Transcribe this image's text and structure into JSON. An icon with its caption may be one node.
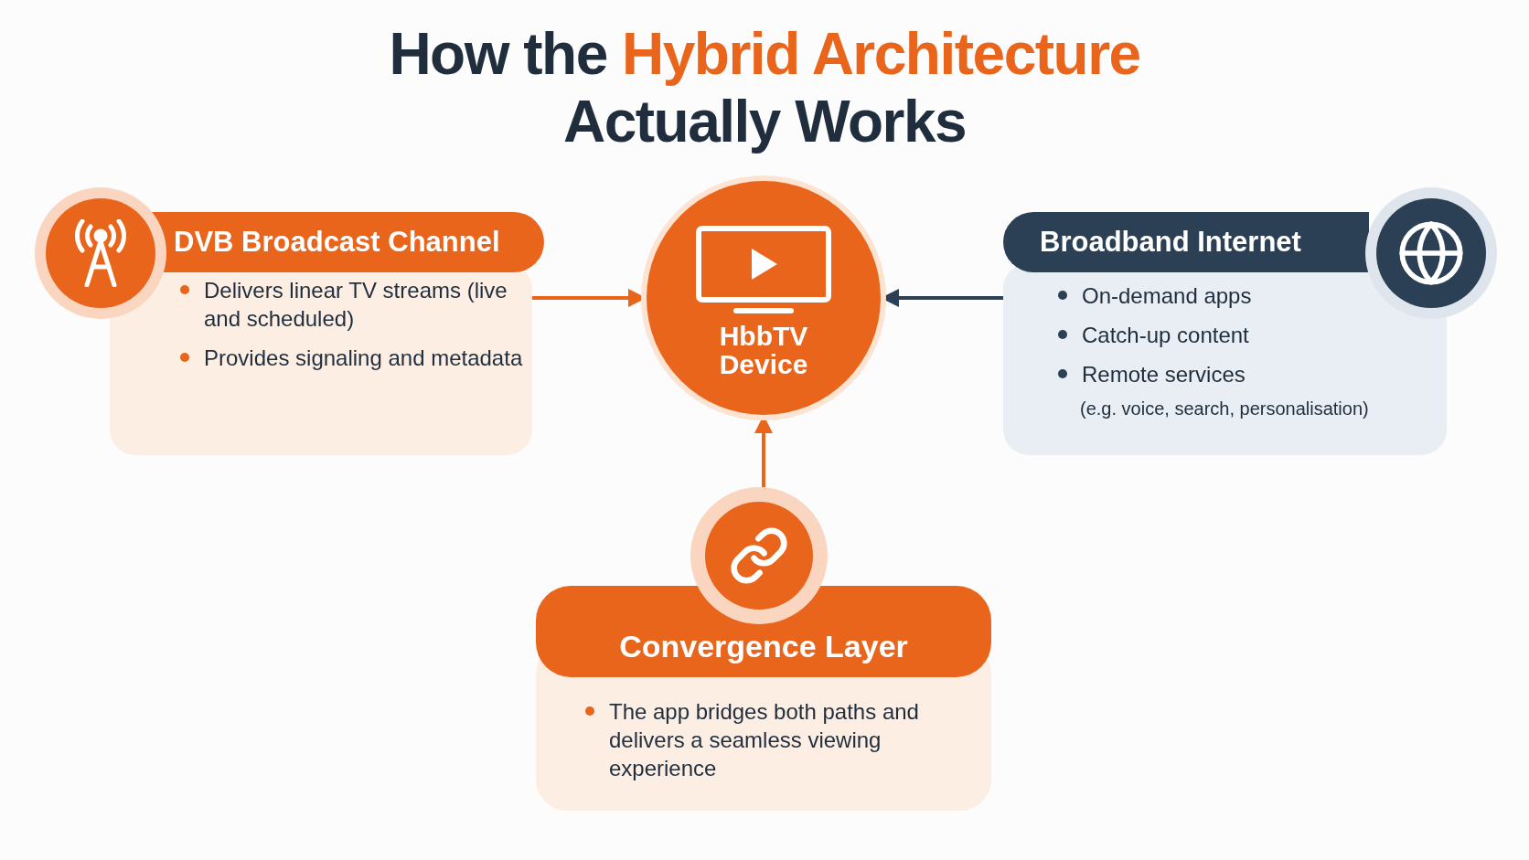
{
  "diagram": {
    "title": "How the **Hybrid Architecture** Actually Works",
    "nodes": [
      {
        "text": [
          "DVB Broadcast Channel",
          "Delivers linear TV streams (live and scheduled)",
          "Provides signaling and metadata"
        ]
      },
      {
        "text": [
          "HbbTV Device"
        ]
      },
      {
        "text": [
          "Broadband Internet",
          "On-demand apps",
          "Catch-up content",
          "Remote services",
          "(e.g. voice, search, personalisation)"
        ]
      },
      {
        "text": [
          "Convergence Layer",
          "The app bridges both paths and delivers a seamless viewing experience"
        ]
      }
    ],
    "edges": [
      {
        "from": 0,
        "to": 1,
        "arrow": "to"
      },
      {
        "from": 2,
        "to": 1,
        "arrow": "to",
        "color": "#2b3f55"
      },
      {
        "from": 3,
        "to": 1,
        "arrow": "to"
      }
    ]
  }
}
